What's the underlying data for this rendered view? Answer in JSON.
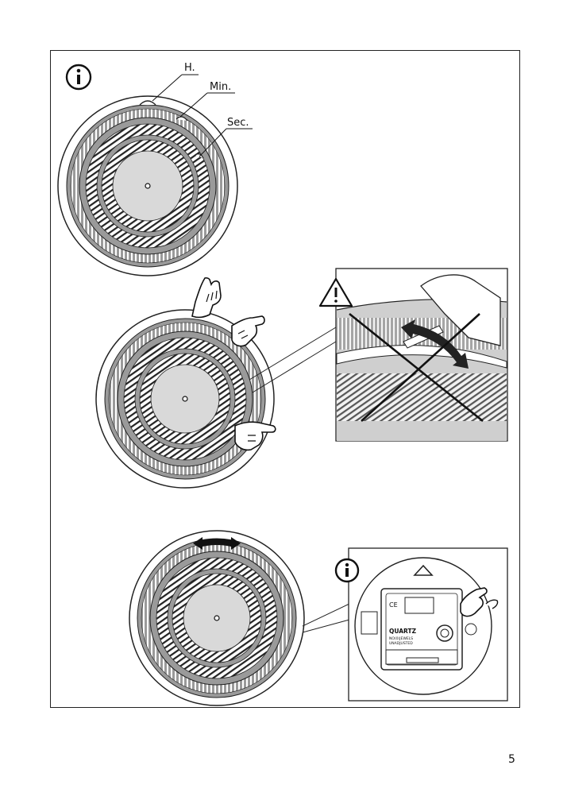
{
  "labels": {
    "hour": "H.",
    "minute": "Min.",
    "second": "Sec."
  },
  "movement": {
    "ce_mark": "CE",
    "brand": "QUARTZ",
    "line1": "NO(0)JEWELS",
    "line2": "UNADJUSTED"
  },
  "icons": {
    "info": "info-circle-icon",
    "warning": "warning-triangle-icon",
    "hand": "pointing-hand-icon"
  },
  "colors": {
    "ring_gray": "#9a9a9a",
    "inner_gray": "#d9d9d9",
    "panel_gray": "#cfcfcf"
  },
  "page_number": "5"
}
